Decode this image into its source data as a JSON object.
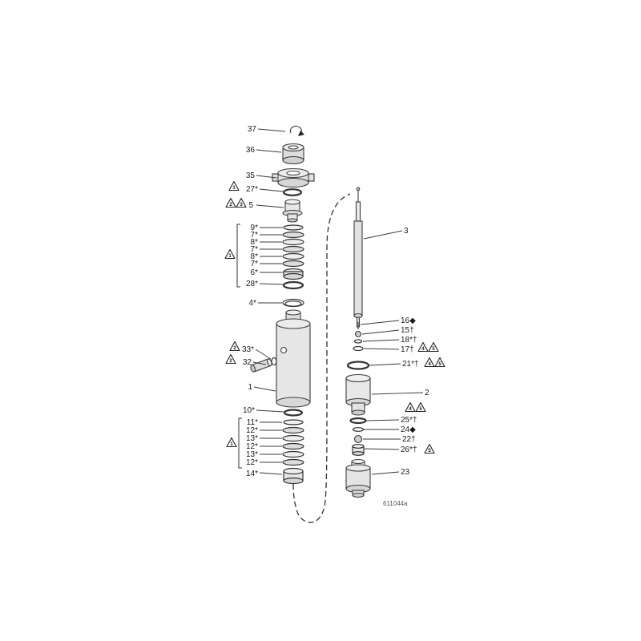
{
  "figure": {
    "code": "611044a"
  },
  "colors": {
    "ink": "#222222",
    "metal_light": "#ececec",
    "metal_mid": "#dddddd"
  },
  "callouts": [
    {
      "id": "37",
      "text": "37"
    },
    {
      "id": "36",
      "text": "36"
    },
    {
      "id": "35",
      "text": "35"
    },
    {
      "id": "27",
      "text": "27*"
    },
    {
      "id": "5",
      "text": "5"
    },
    {
      "id": "9",
      "text": "9*"
    },
    {
      "id": "7a",
      "text": "7*"
    },
    {
      "id": "8a",
      "text": "8*"
    },
    {
      "id": "7b",
      "text": "7*"
    },
    {
      "id": "8b",
      "text": "8*"
    },
    {
      "id": "7c",
      "text": "7*"
    },
    {
      "id": "6",
      "text": "6*"
    },
    {
      "id": "28",
      "text": "28*"
    },
    {
      "id": "4",
      "text": "4*"
    },
    {
      "id": "33",
      "text": "33*"
    },
    {
      "id": "32",
      "text": "32"
    },
    {
      "id": "1",
      "text": "1"
    },
    {
      "id": "10",
      "text": "10*"
    },
    {
      "id": "11",
      "text": "11*"
    },
    {
      "id": "12a",
      "text": "12*"
    },
    {
      "id": "13a",
      "text": "13*"
    },
    {
      "id": "12b",
      "text": "12*"
    },
    {
      "id": "13b",
      "text": "13*"
    },
    {
      "id": "12c",
      "text": "12*"
    },
    {
      "id": "14",
      "text": "14*"
    },
    {
      "id": "3",
      "text": "3"
    },
    {
      "id": "16",
      "text": "16◆"
    },
    {
      "id": "15",
      "text": "15†"
    },
    {
      "id": "18",
      "text": "18*†"
    },
    {
      "id": "17",
      "text": "17†"
    },
    {
      "id": "21",
      "text": "21*†"
    },
    {
      "id": "2",
      "text": "2"
    },
    {
      "id": "25",
      "text": "25*†"
    },
    {
      "id": "24",
      "text": "24◆"
    },
    {
      "id": "22",
      "text": "22†"
    },
    {
      "id": "26",
      "text": "26*†"
    },
    {
      "id": "23",
      "text": "23"
    }
  ],
  "warnings": [
    {
      "n": "1"
    },
    {
      "n": "2"
    },
    {
      "n": "3"
    },
    {
      "n": "1"
    },
    {
      "n": "2"
    },
    {
      "n": "2"
    },
    {
      "n": "1"
    },
    {
      "n": "4"
    },
    {
      "n": "5"
    },
    {
      "n": "4"
    },
    {
      "n": "5"
    },
    {
      "n": "4"
    },
    {
      "n": "5"
    },
    {
      "n": "5"
    }
  ]
}
